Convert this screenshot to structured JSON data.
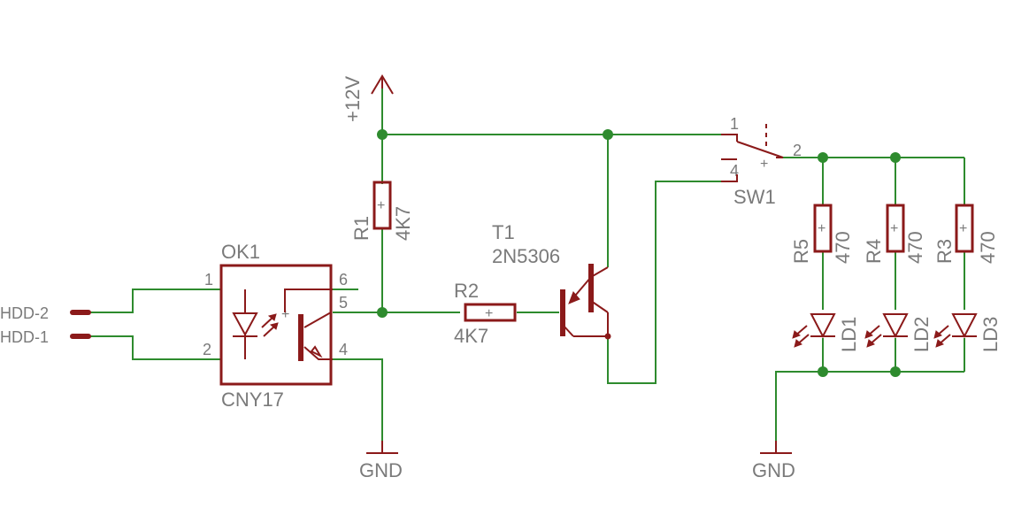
{
  "supply": {
    "label": "+12V"
  },
  "grounds": {
    "left": "GND",
    "right": "GND"
  },
  "ports": {
    "hdd2": "HDD-2",
    "hdd1": "HDD-1"
  },
  "optocoupler": {
    "ref": "OK1",
    "value": "CNY17",
    "pins": [
      "1",
      "2",
      "6",
      "5",
      "4"
    ]
  },
  "r1": {
    "ref": "R1",
    "value": "4K7"
  },
  "r2": {
    "ref": "R2",
    "value": "4K7"
  },
  "transistor": {
    "ref": "T1",
    "value": "2N5306"
  },
  "switch": {
    "ref": "SW1",
    "pins": [
      "1",
      "2",
      "4"
    ]
  },
  "resistors_right": [
    {
      "ref": "R5",
      "value": "470"
    },
    {
      "ref": "R4",
      "value": "470"
    },
    {
      "ref": "R3",
      "value": "470"
    }
  ],
  "leds": [
    "LD1",
    "LD2",
    "LD3"
  ],
  "plus_mark": "+",
  "colors": {
    "wire": "#2e8b2e",
    "symbol": "#8b1a1a",
    "label": "#7a7a7a"
  }
}
